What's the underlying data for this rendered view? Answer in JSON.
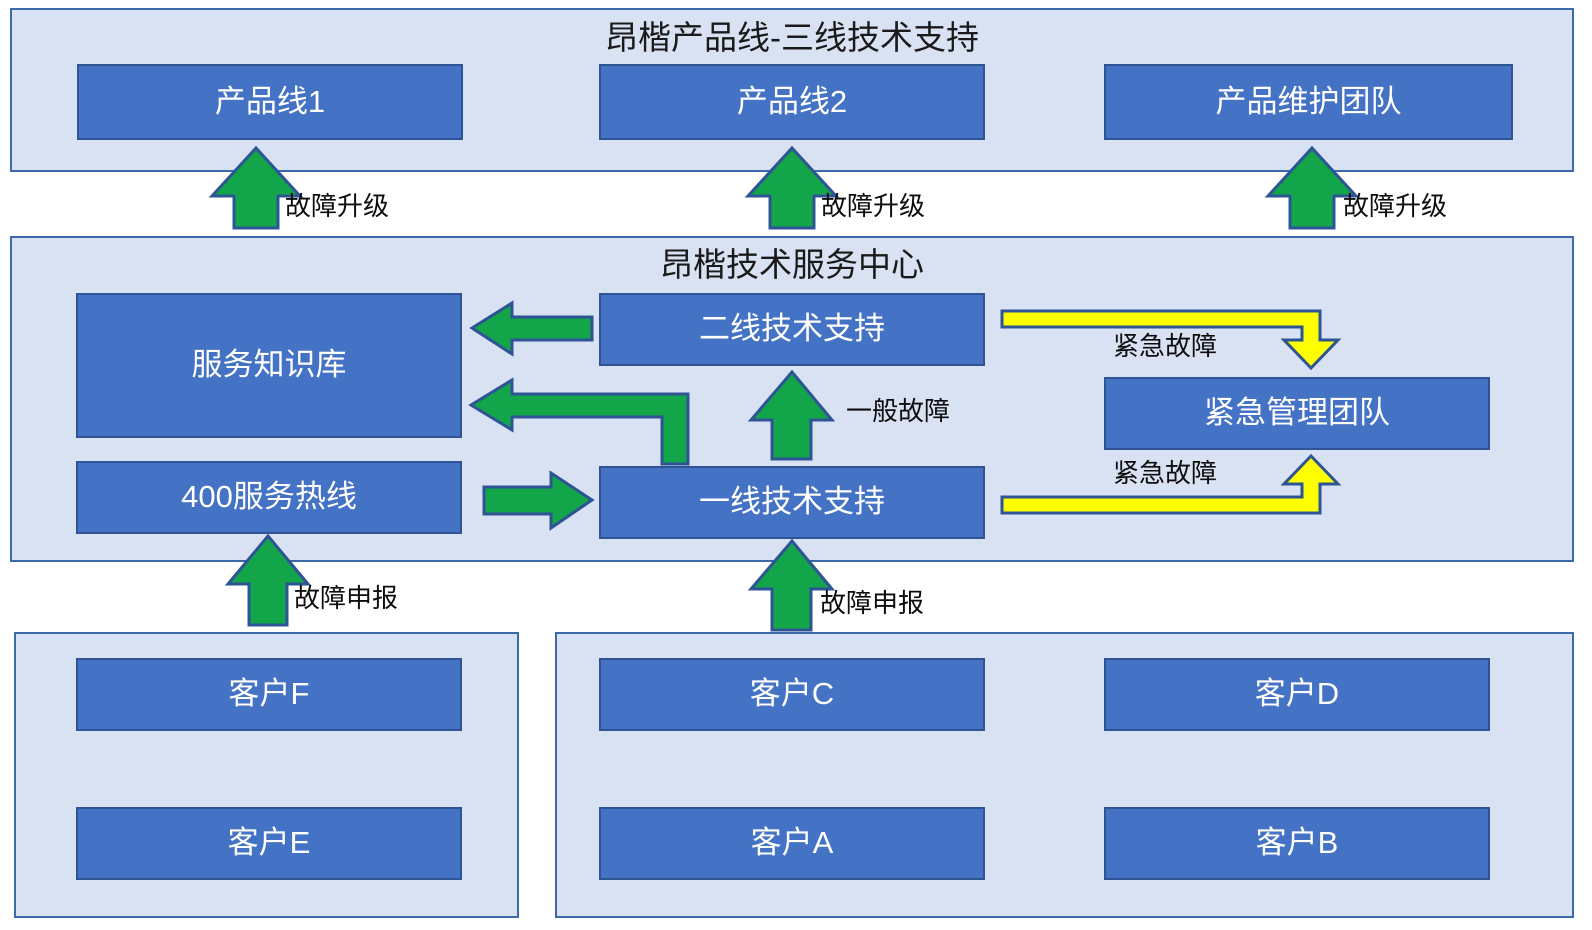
{
  "diagram": {
    "title": "昂楷产品线-三线技术支持",
    "colors": {
      "node_fill": "#4472C4",
      "node_stroke": "#2E5496",
      "group_fill": "#D9E2F3",
      "group_stroke": "#3B6AA8",
      "arrow_green": "#12A54A",
      "arrow_yellow": "#FFFF00",
      "arrow_stroke": "#2E5496",
      "page_background": "#FFFFFF"
    },
    "groups": [
      {
        "id": "product-line-group",
        "title": "昂楷产品线-三线技术支持"
      },
      {
        "id": "service-center-group",
        "title": "昂楷技术服务中心"
      },
      {
        "id": "customer-group-left",
        "title": ""
      },
      {
        "id": "customer-group-right",
        "title": ""
      }
    ],
    "nodes": {
      "product_line_1": "产品线1",
      "product_line_2": "产品线2",
      "product_maintenance_team": "产品维护团队",
      "service_knowledge_base": "服务知识库",
      "hotline_400": "400服务热线",
      "second_line_support": "二线技术支持",
      "first_line_support": "一线技术支持",
      "emergency_management_team": "紧急管理团队",
      "customer_f": "客户F",
      "customer_e": "客户E",
      "customer_c": "客户C",
      "customer_d": "客户D",
      "customer_a": "客户A",
      "customer_b": "客户B"
    },
    "arrow_labels": {
      "escalation_1": "故障升级",
      "escalation_2": "故障升级",
      "escalation_3": "故障升级",
      "general_fault": "一般故障",
      "emergency_fault_down": "紧急故障",
      "emergency_fault_up": "紧急故障",
      "fault_report_left": "故障申报",
      "fault_report_right": "故障申报"
    }
  }
}
